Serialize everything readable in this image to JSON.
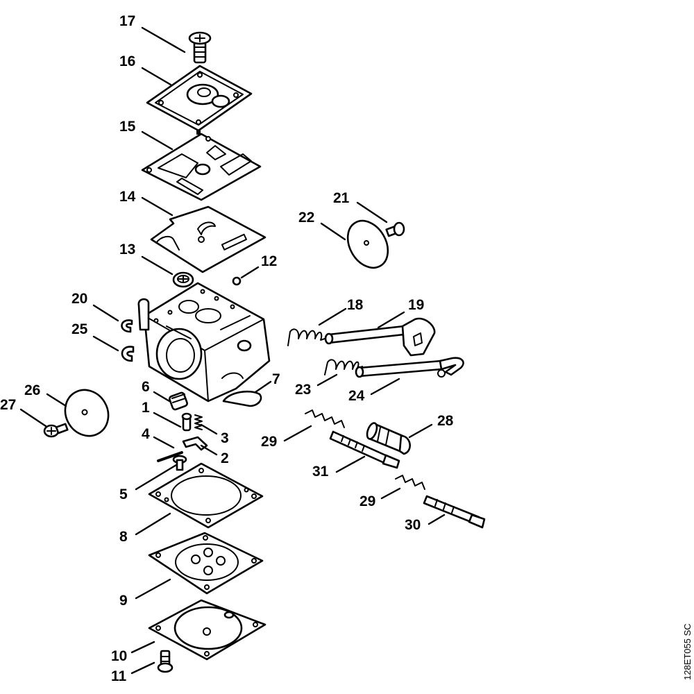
{
  "diagram": {
    "reference_code": "128ET055 SC",
    "callouts": [
      "17",
      "16",
      "15",
      "14",
      "13",
      "12",
      "20",
      "25",
      "18",
      "19",
      "21",
      "22",
      "23",
      "24",
      "7",
      "6",
      "1",
      "3",
      "2",
      "4",
      "5",
      "26",
      "27",
      "29",
      "28",
      "31",
      "29",
      "30",
      "8",
      "9",
      "10",
      "11"
    ]
  }
}
